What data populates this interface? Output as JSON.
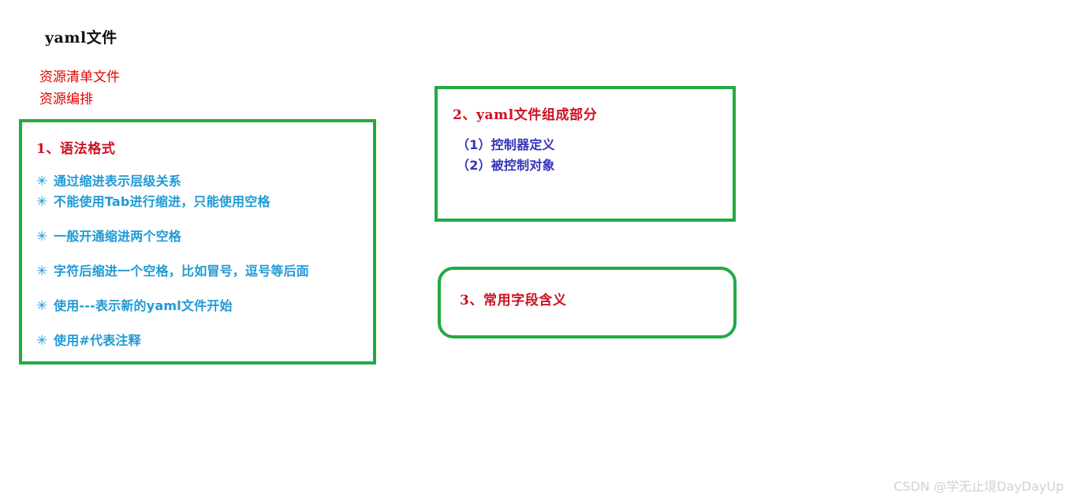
{
  "page": {
    "title": "yaml文件",
    "background_color": "#ffffff"
  },
  "colors": {
    "frame_green": "#22aa44",
    "heading_red": "#cc1122",
    "note_red": "#e40000",
    "bullet_blue": "#1f9ad6",
    "subitem_indigo": "#3434bb",
    "watermark_gray": "#d2d2d2"
  },
  "notes": {
    "lines": [
      "资源清单文件",
      "资源编排"
    ]
  },
  "boxes": {
    "syntax": {
      "heading": "1、语法格式",
      "bullet_mark": "✳",
      "bullets": [
        {
          "text": "通过缩进表示层级关系",
          "spacing": "tight"
        },
        {
          "text": "不能使用Tab进行缩进，只能使用空格",
          "spacing": "tight"
        },
        {
          "text": "一般开通缩进两个空格",
          "spacing": "wide"
        },
        {
          "text": "字符后缩进一个空格，比如冒号，逗号等后面",
          "spacing": "wide"
        },
        {
          "text": "使用---表示新的yaml文件开始",
          "spacing": "wide"
        },
        {
          "text": "使用#代表注释",
          "spacing": "wide"
        }
      ]
    },
    "parts": {
      "heading": "2、yaml文件组成部分",
      "items": [
        "（1）控制器定义",
        "（2）被控制对象"
      ]
    },
    "fields": {
      "heading": "3、常用字段含义"
    }
  },
  "watermark": {
    "text": "CSDN @学无止境DayDayUp"
  }
}
